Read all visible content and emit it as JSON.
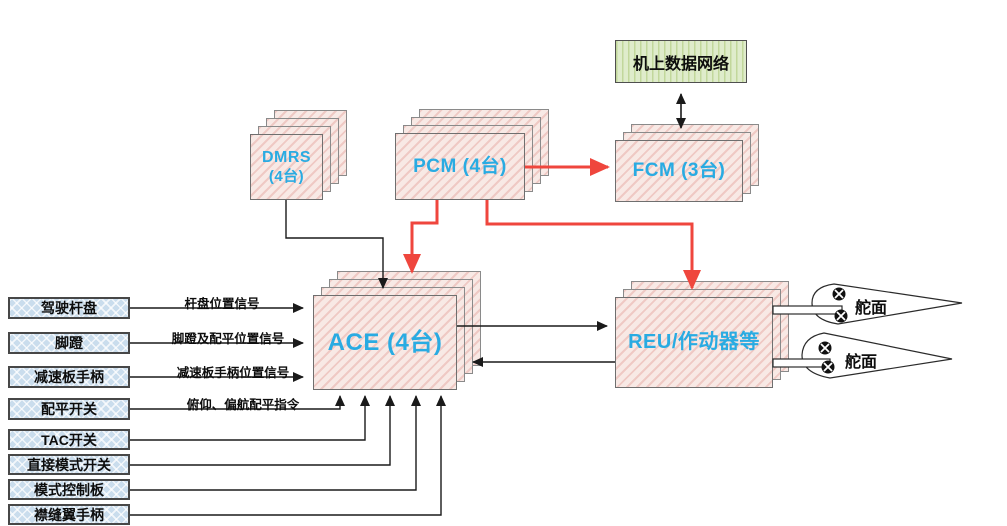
{
  "network": {
    "label": "机上数据网络"
  },
  "modules": {
    "dmrs": {
      "line1": "DMRS",
      "line2": "(4台)",
      "units": 4
    },
    "pcm": {
      "label": "PCM (4台)",
      "units": 4
    },
    "fcm": {
      "label": "FCM (3台)",
      "units": 3
    },
    "ace": {
      "label": "ACE (4台)",
      "units": 4
    },
    "reu": {
      "label": "REU/作动器等",
      "units": 3
    }
  },
  "inputs": [
    {
      "label": "驾驶杆盘"
    },
    {
      "label": "脚蹬"
    },
    {
      "label": "减速板手柄"
    },
    {
      "label": "配平开关"
    },
    {
      "label": "TAC开关"
    },
    {
      "label": "直接模式开关"
    },
    {
      "label": "模式控制板"
    },
    {
      "label": "襟缝翼手柄"
    }
  ],
  "signals": [
    {
      "label": "杆盘位置信号"
    },
    {
      "label": "脚蹬及配平位置信号"
    },
    {
      "label": "减速板手柄位置信号"
    },
    {
      "label": "俯仰、偏航配平指令"
    }
  ],
  "surfaces": [
    {
      "label": "舵面"
    },
    {
      "label": "舵面"
    }
  ],
  "colors": {
    "module_text": "#29abe2",
    "red_arrow": "#ef463d",
    "black_line": "#1a1a1a",
    "pink_fill": "#f8e9e5",
    "pink_hatch": "#efc9c4",
    "blue_box_fill": "#cadded",
    "green_fill": "#dfeccb",
    "green_stripe": "#c2d79b"
  }
}
